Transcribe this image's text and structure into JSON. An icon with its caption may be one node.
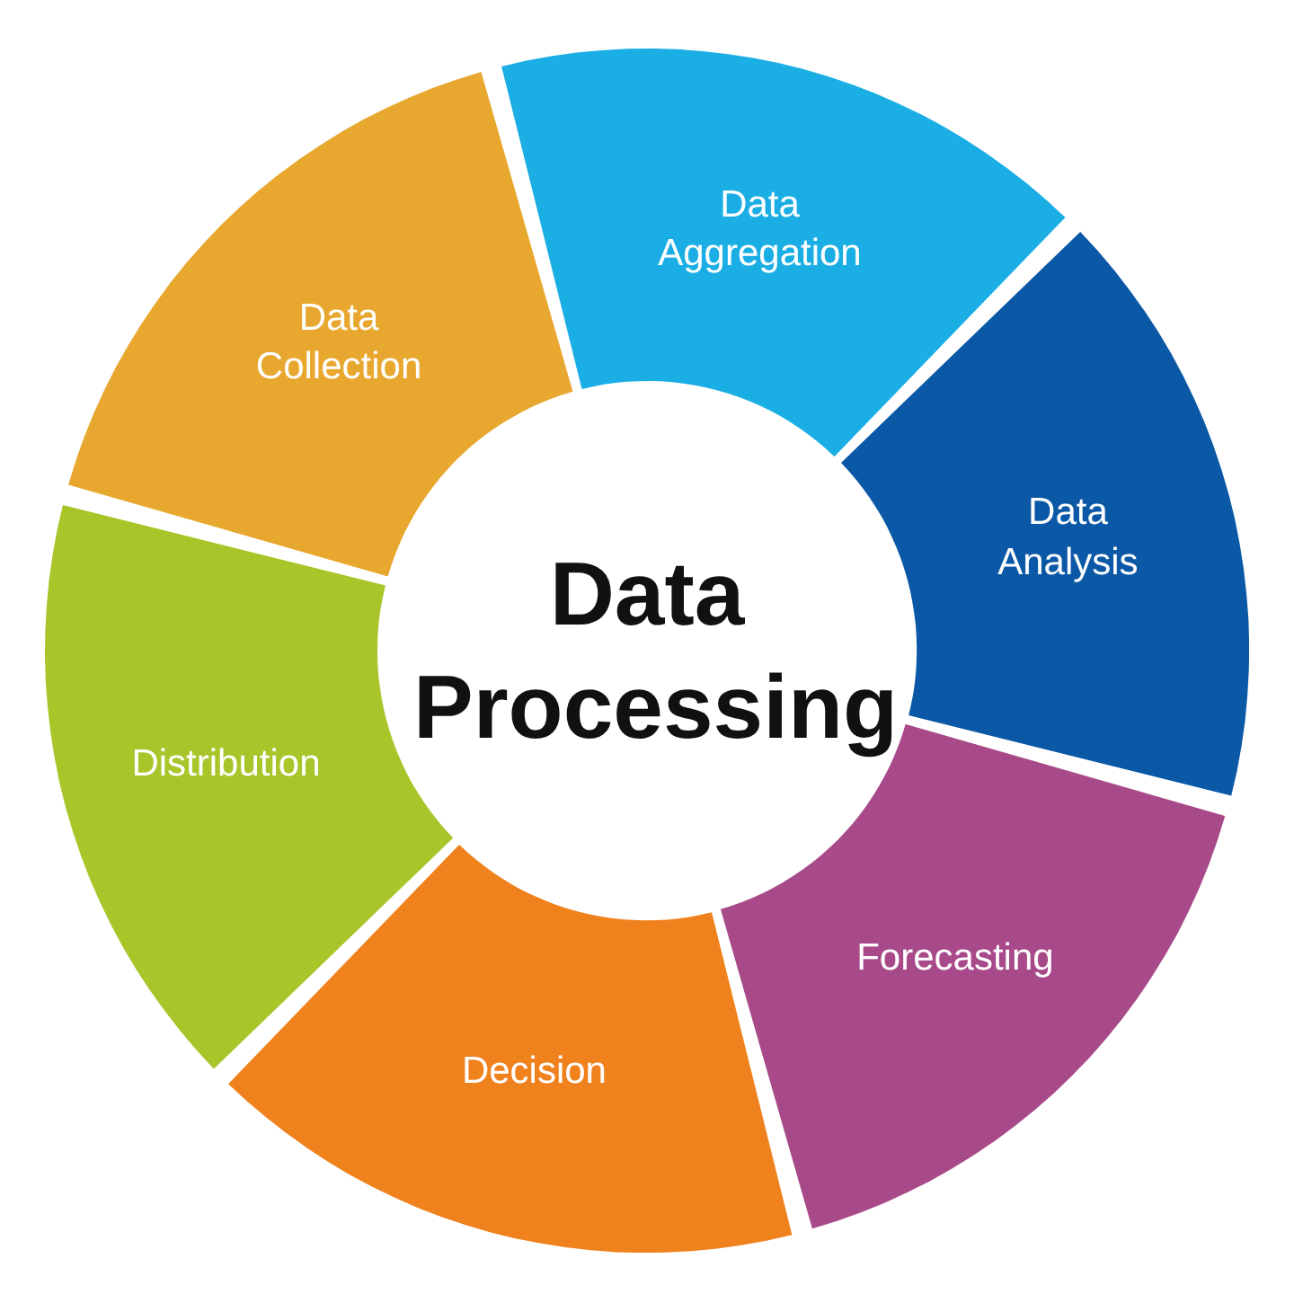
{
  "diagram": {
    "nodes": [
      {
        "text": [
          "Data Processing"
        ]
      },
      {
        "text": [
          "Data Aggregation"
        ]
      },
      {
        "text": [
          "Data Analysis"
        ]
      },
      {
        "text": [
          "Forecasting"
        ]
      },
      {
        "text": [
          "Decision"
        ]
      },
      {
        "text": [
          "Distribution"
        ]
      },
      {
        "text": [
          "Data Collection"
        ]
      }
    ]
  }
}
